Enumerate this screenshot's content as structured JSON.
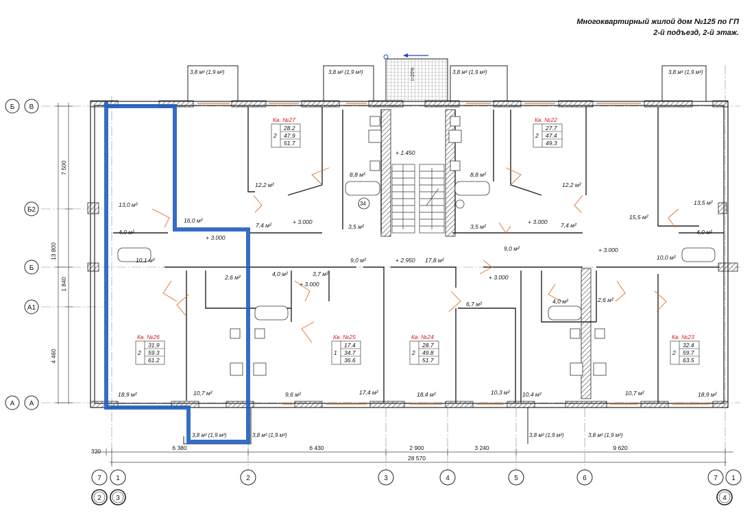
{
  "title": {
    "line1": "Многоквартирный жилой дом №125 по ГП",
    "line2": "2-й подъезд, 2-й этаж."
  },
  "axes": {
    "top_left": [
      {
        "id": "v_b",
        "label": "Б"
      },
      {
        "id": "v_v",
        "label": "В"
      },
      {
        "id": "v_b2",
        "label": "Б2"
      },
      {
        "id": "v_b1",
        "label": "Б"
      },
      {
        "id": "v_a1",
        "label": "А1"
      },
      {
        "id": "v_a_l",
        "label": "А"
      },
      {
        "id": "v_a_r",
        "label": "А"
      }
    ],
    "bottom": [
      {
        "id": "n7a",
        "label": "7"
      },
      {
        "id": "n1a",
        "label": "1"
      },
      {
        "id": "n2",
        "label": "2"
      },
      {
        "id": "n3",
        "label": "3"
      },
      {
        "id": "n4",
        "label": "4"
      },
      {
        "id": "n5",
        "label": "5"
      },
      {
        "id": "n6",
        "label": "6"
      },
      {
        "id": "n7b",
        "label": "7"
      },
      {
        "id": "n1b",
        "label": "1"
      }
    ],
    "sheets": [
      {
        "id": "s2",
        "label": "2"
      },
      {
        "id": "s3",
        "label": "3"
      },
      {
        "id": "s4",
        "label": "4"
      }
    ]
  },
  "dimensions": {
    "bottom": [
      "320",
      "6 380",
      "6 430",
      "2 900",
      "3 240",
      "9 620",
      "28 570"
    ],
    "left": [
      "7 500",
      "13 800",
      "1 840",
      "4 460"
    ]
  },
  "balconies": {
    "top": [
      "3,8 м² (1,9 м²)",
      "3,8 м² (1,9 м²)",
      "3,8 м² (1,9 м²)",
      "3,8 м² (1,9 м²)"
    ],
    "bottom": [
      "3,8 м² (1,9 м²)",
      "3,8 м² (1,9 м²)",
      "3,8 м² (1,9 м²)",
      "3,8 м² (1,9 м²)"
    ],
    "landing_slope": "i=20%"
  },
  "apartments": [
    {
      "name": "Кв. №27",
      "rooms": "2",
      "v1": "28.2",
      "v2": "47.9",
      "v3": "51.7"
    },
    {
      "name": "Кв. №22",
      "rooms": "2",
      "v1": "27.7",
      "v2": "47.4",
      "v3": "49.3"
    },
    {
      "name": "Кв. №26",
      "rooms": "2",
      "v1": "31.9",
      "v2": "59.3",
      "v3": "61.2"
    },
    {
      "name": "Кв. №25",
      "rooms": "1",
      "v1": "17.4",
      "v2": "34.7",
      "v3": "36.6"
    },
    {
      "name": "Кв. №24",
      "rooms": "2",
      "v1": "28.7",
      "v2": "49.8",
      "v3": "51.7"
    },
    {
      "name": "Кв. №23",
      "rooms": "2",
      "v1": "32.4",
      "v2": "59.7",
      "v3": "63.5"
    }
  ],
  "areas": [
    "12,2 м²",
    "8,8 м²",
    "8,8 м²",
    "12,2 м²",
    "13,0 м²",
    "16,0 м²",
    "7,4 м²",
    "3,5 м²",
    "3,5 м²",
    "7,4 м²",
    "15,5 м²",
    "13,5 м²",
    "4,0 м²",
    "4,0 м²",
    "10,1 м²",
    "9,0 м²",
    "17,8 м²",
    "9,0 м²",
    "10,0 м²",
    "2,6 м²",
    "4,0 м²",
    "3,7 м²",
    "6,7 м²",
    "4,0 м²",
    "2,6 м²",
    "18,9 м²",
    "10,7 м²",
    "9,6 м²",
    "17,4 м²",
    "18,4 м²",
    "10,3 м²",
    "10,4 м²",
    "10,7 м²",
    "18,9 м²"
  ],
  "levels": [
    "+ 1.450",
    "+ 3.000",
    "+ 3.000",
    "+ 3.000",
    "+ 2.950",
    "+ 3.000",
    "+ 3.000",
    "+ 3.000"
  ],
  "stair_mark": "34",
  "colors": {
    "highlight": "#1f5fbf",
    "wall": "#222222",
    "hatch": "#555555",
    "door": "#e07020",
    "apartment_title": "#d02020"
  }
}
